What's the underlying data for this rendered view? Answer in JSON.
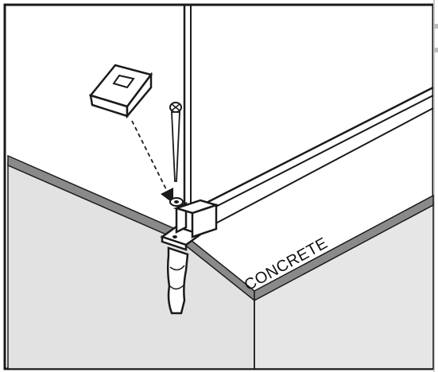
{
  "diagram": {
    "surface_label": "CONCRETE",
    "colors": {
      "line": "#1a1a1a",
      "slab_face": "#e2e2e2",
      "slab_edge": "#8a8a8a",
      "background": "#ffffff"
    },
    "icons": [
      "anchor-bracket",
      "wall-plug",
      "screw",
      "washer",
      "cap-block",
      "dashed-arrow"
    ]
  }
}
